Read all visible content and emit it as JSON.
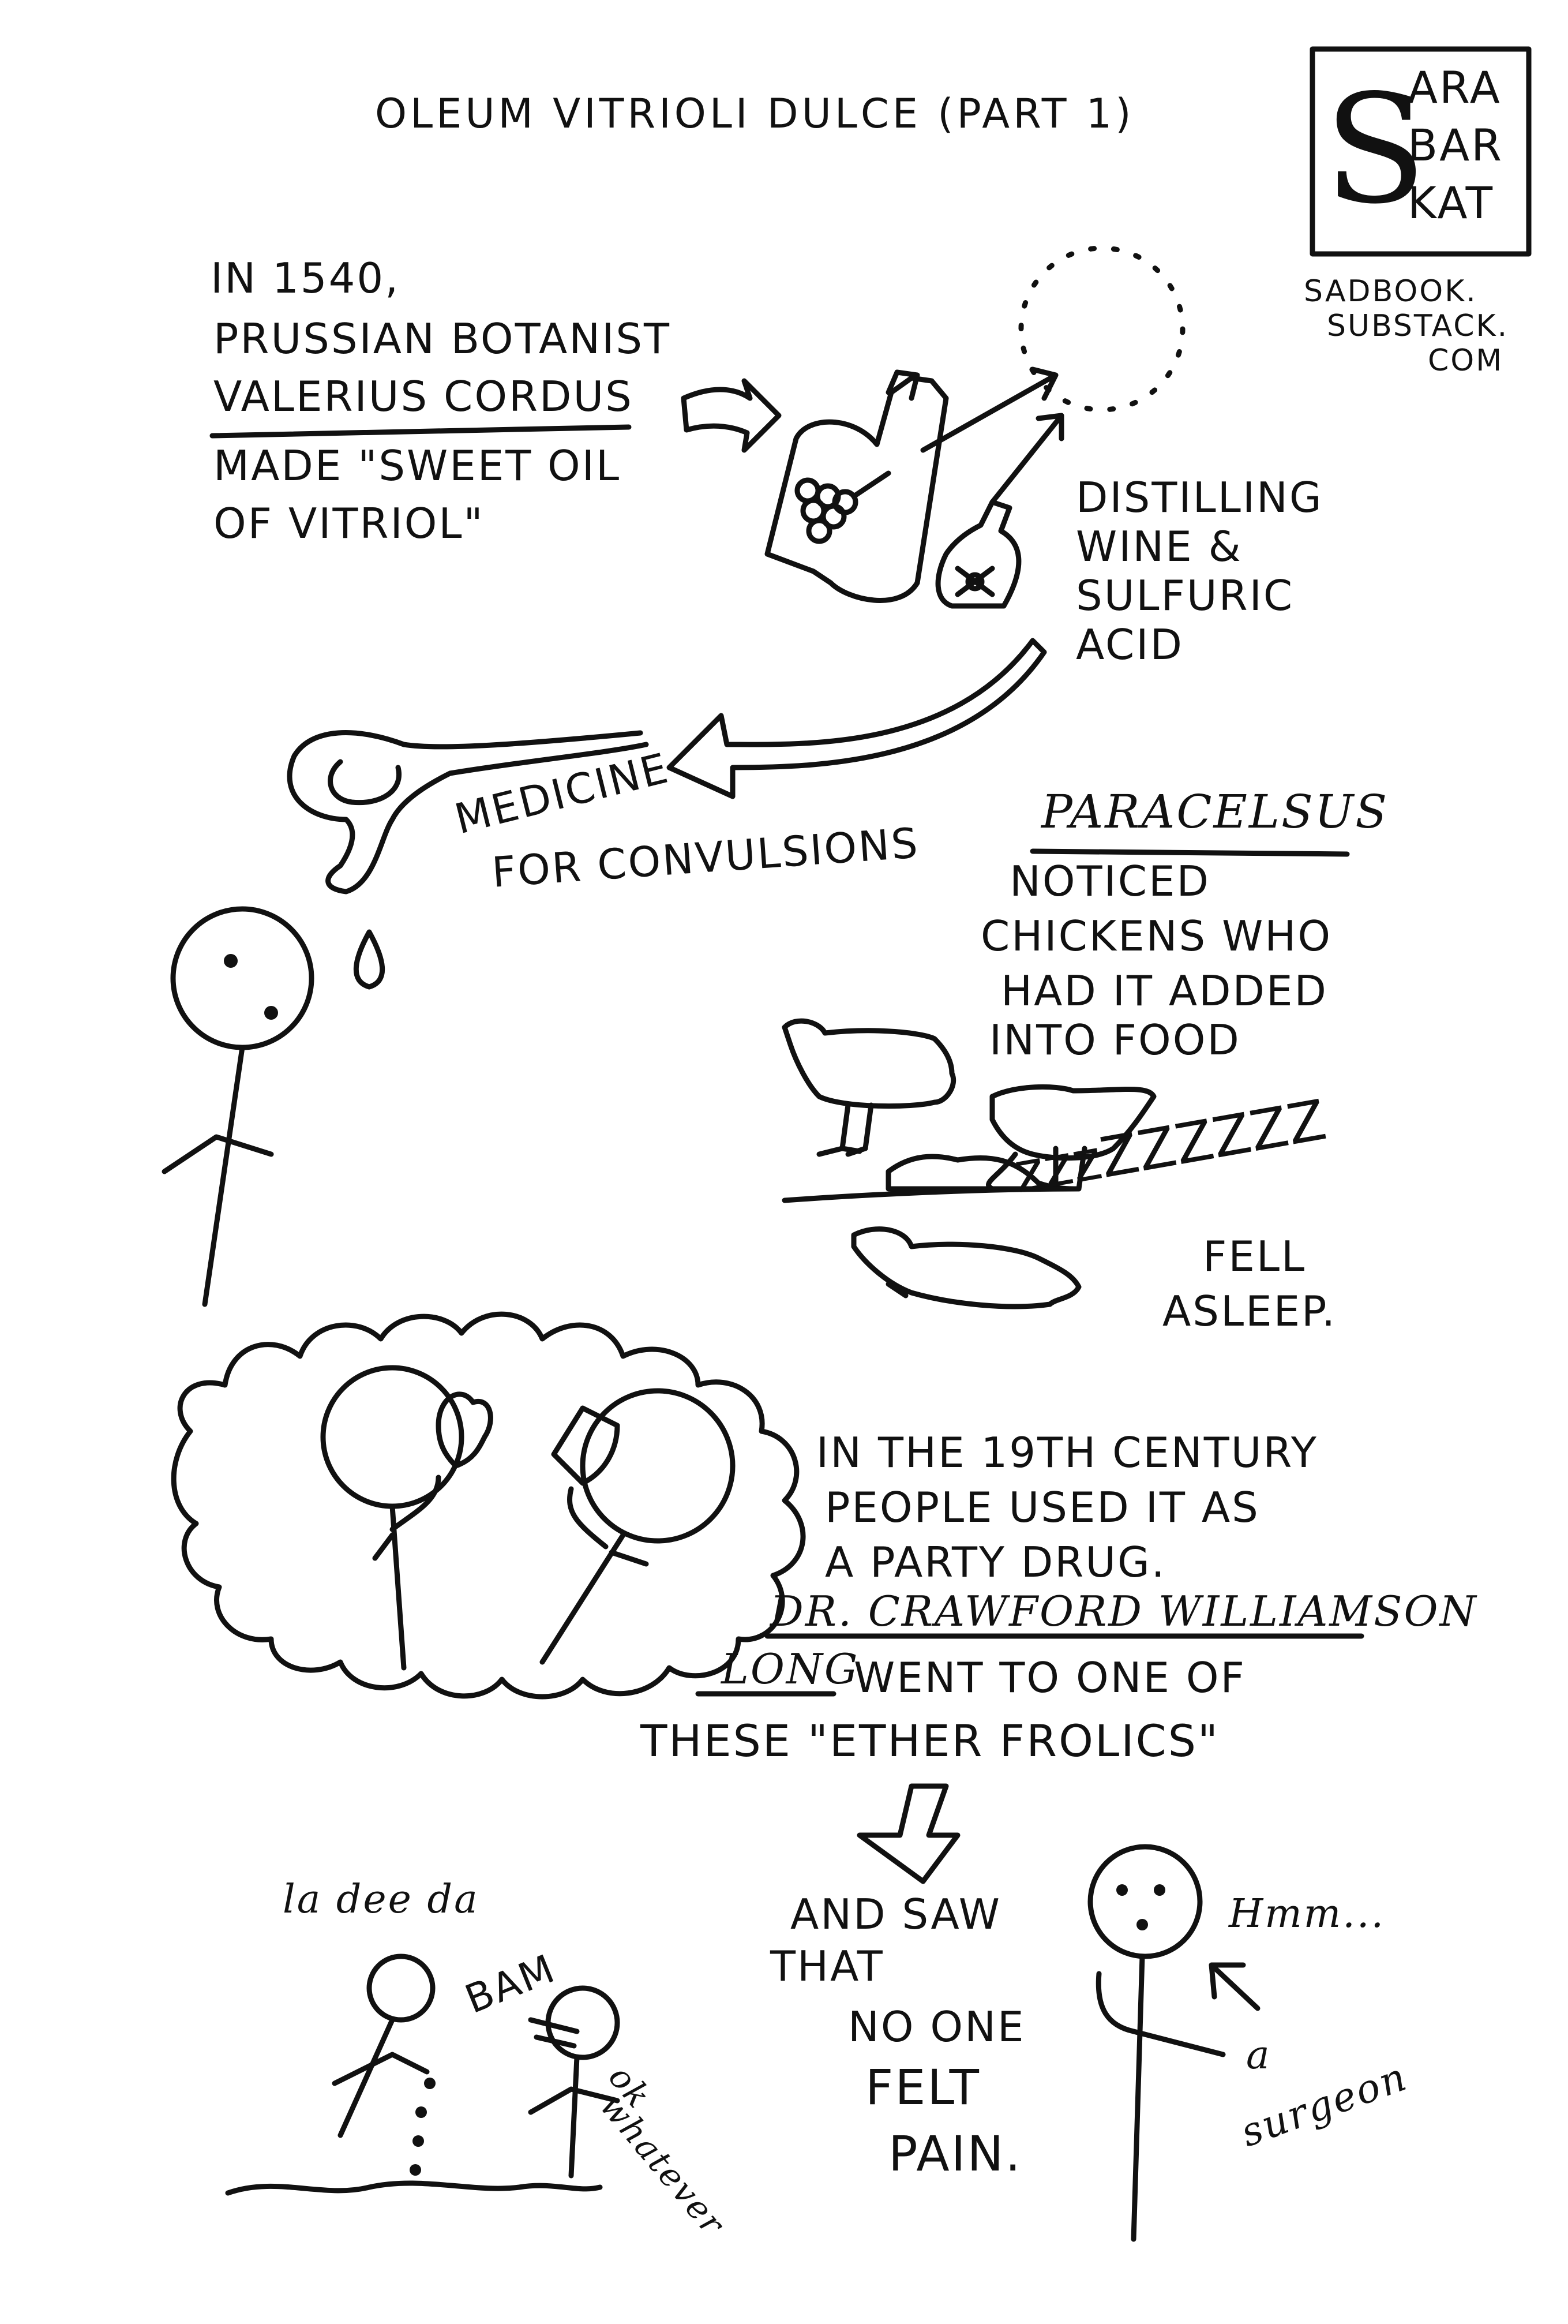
{
  "title": "OLEUM VITRIOLI DULCE (PART 1)",
  "logo": {
    "lines": [
      "ARA",
      "BAR",
      "KAT"
    ],
    "big_letter": "S",
    "url_lines": [
      "SADBOOK.",
      "SUBSTACK.",
      "COM"
    ]
  },
  "intro": {
    "line1": "IN 1540,",
    "line2": "PRUSSIAN BOTANIST",
    "name": "VALERIUS CORDUS",
    "line4": "MADE \"SWEET OIL",
    "line5": "OF VITRIOL\""
  },
  "distilling": [
    "DISTILLING",
    "WINE &",
    "SULFURIC",
    "ACID"
  ],
  "medicine": {
    "line1": "MEDICINE",
    "line2": "FOR CONVULSIONS"
  },
  "paracelsus": {
    "name": "PARACELSUS",
    "lines": [
      "NOTICED",
      "CHICKENS WHO",
      "HAD IT ADDED",
      "INTO FOOD"
    ]
  },
  "sleep": {
    "zzz": "zzzZZZZZZ",
    "caption": [
      "FELL",
      "ASLEEP."
    ]
  },
  "century": {
    "lines": [
      "IN THE 19TH CENTURY",
      "PEOPLE USED IT AS",
      "A PARTY DRUG."
    ],
    "name_part1": "DR. CRAWFORD WILLIAMSON",
    "name_part2": "LONG",
    "rest": "WENT TO ONE OF",
    "last": "THESE \"ETHER FROLICS\""
  },
  "bottom": {
    "la_dee_da": "la dee da",
    "bam": "BAM",
    "ok": "ok",
    "whatever": "whatever",
    "and_saw": [
      "AND SAW",
      "THAT"
    ],
    "no_pain": [
      "NO ONE",
      "FELT",
      "PAIN."
    ],
    "hmm": "Hmm...",
    "a": "a",
    "surgeon": "surgeon"
  },
  "colors": {
    "ink": "#111111",
    "paper": "#ffffff"
  }
}
